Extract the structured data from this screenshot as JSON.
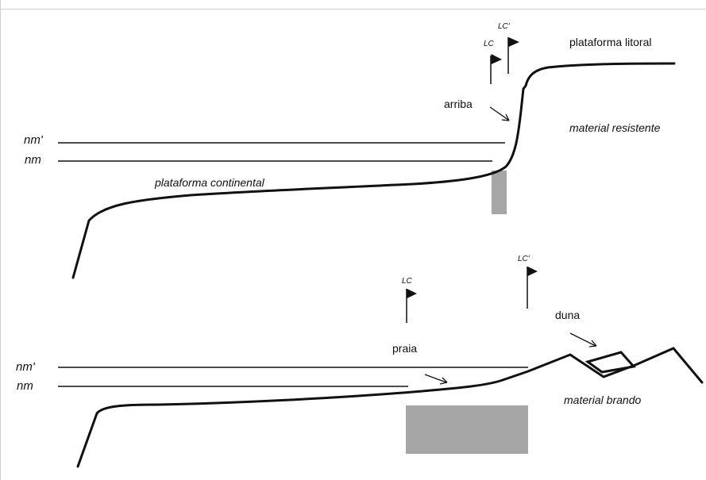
{
  "top_panel": {
    "labels": {
      "nm_prime": "nm'",
      "nm": "nm",
      "lc": "LC",
      "lc_prime": "LC'",
      "arriba": "arriba",
      "plataforma_litoral": "plataforma litoral",
      "material_resistente": "material resistente",
      "plataforma_continental": "plataforma continental"
    }
  },
  "bottom_panel": {
    "labels": {
      "nm_prime": "nm'",
      "nm": "nm",
      "lc": "LC",
      "lc_prime": "LC'",
      "praia": "praia",
      "duna": "duna",
      "material_brando": "material brando"
    }
  },
  "colors": {
    "line": "#111111",
    "block": "#a6a6a6",
    "frame": "#cfcfcf"
  }
}
